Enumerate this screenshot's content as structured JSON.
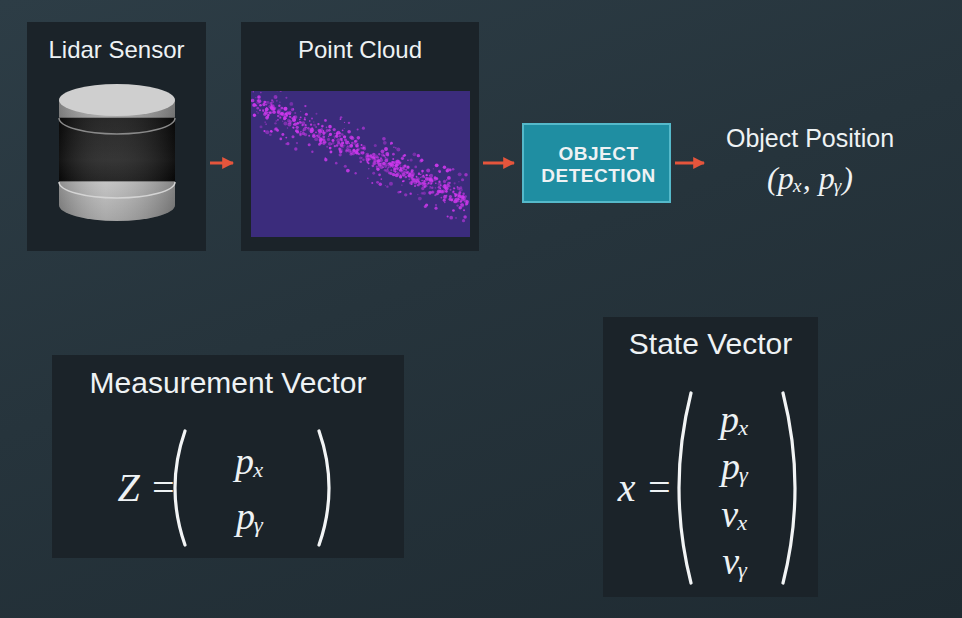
{
  "diagram": {
    "nodes": [
      {
        "text": [
          "Lidar Sensor",
          "LiDAR"
        ]
      },
      {
        "text": [
          "Point Cloud"
        ]
      },
      {
        "text": [
          "OBJECT DETECTION"
        ]
      },
      {
        "text": [
          "Object Position",
          "(pₓ, pᵧ)"
        ]
      },
      {
        "text": [
          "Measurement Vector",
          "Z =",
          "pₓ",
          "pᵧ"
        ]
      },
      {
        "text": [
          "State Vector",
          "x =",
          "pₓ",
          "pᵧ",
          "vₓ",
          "vᵧ"
        ]
      }
    ],
    "edges": [
      {
        "from": 0,
        "to": 1,
        "arrow": "to"
      },
      {
        "from": 1,
        "to": 2,
        "arrow": "to"
      },
      {
        "from": 2,
        "to": 3,
        "arrow": "to"
      }
    ]
  }
}
